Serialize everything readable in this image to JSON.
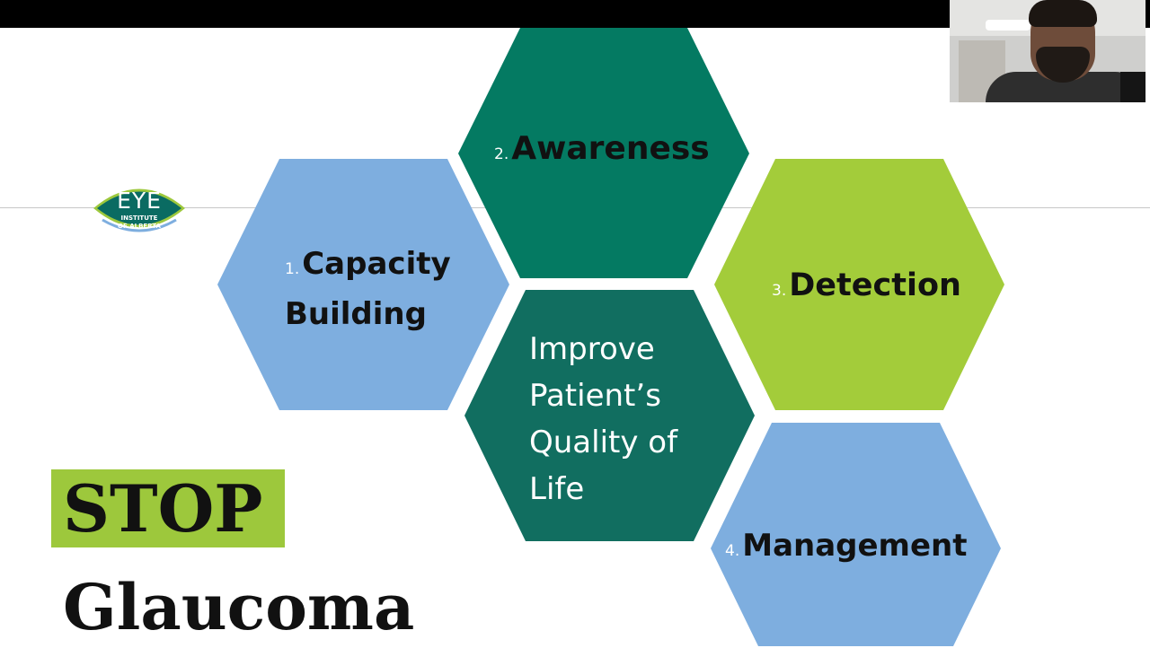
{
  "slide": {
    "hexagons": [
      {
        "number": "1.",
        "label_line1": "Capacity",
        "label_line2": "Building",
        "color": "#7eaedf"
      },
      {
        "number": "2.",
        "label": "Awareness",
        "color": "#047a62"
      },
      {
        "number": "3.",
        "label": "Detection",
        "color": "#a3cc3a"
      },
      {
        "number": "4.",
        "label": "Management",
        "color": "#7eaedf"
      },
      {
        "center_lines": [
          "Improve",
          "Patient’s",
          "Quality of",
          "Life"
        ],
        "color": "#116e60"
      }
    ],
    "logo": {
      "line1": "EYE",
      "line2": "INSTITUTE",
      "line3": "OF ALBERTA",
      "color": "#0a6b62",
      "accent": "#9dc83c"
    },
    "title": {
      "stop": "STOP",
      "glaucoma": "Glaucoma",
      "highlight_color": "#9dc83c"
    }
  },
  "webcam": {
    "icon": "person-video-thumbnail"
  }
}
